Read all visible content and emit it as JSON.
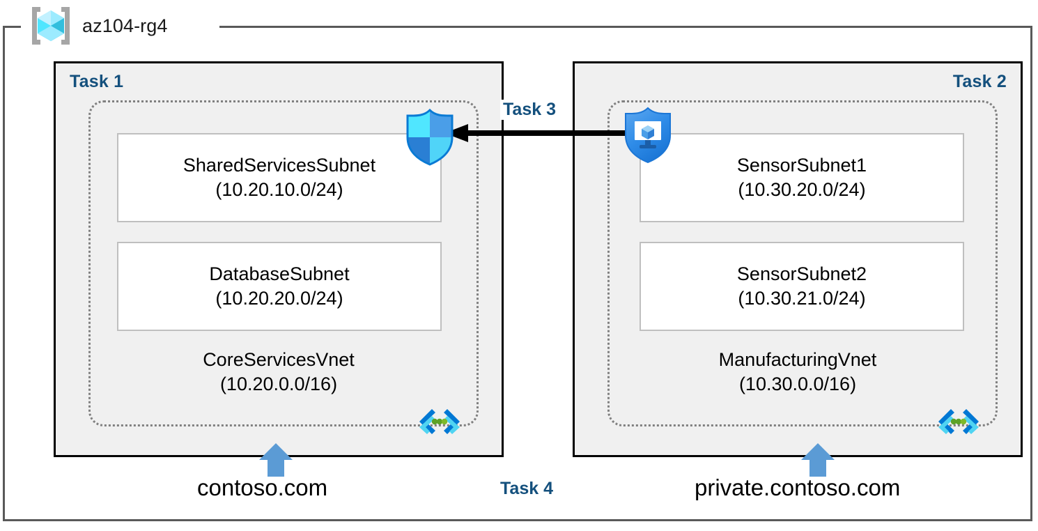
{
  "resource_group": {
    "name": "az104-rg4",
    "icon": "resource-group-cube-icon"
  },
  "tasks": {
    "task1_label": "Task 1",
    "task2_label": "Task 2",
    "task3_label": "Task 3",
    "task4_label": "Task 4"
  },
  "left_vnet": {
    "name": "CoreServicesVnet",
    "cidr": "(10.20.0.0/16)",
    "subnets": [
      {
        "name": "SharedServicesSubnet",
        "cidr": "(10.20.10.0/24)"
      },
      {
        "name": "DatabaseSubnet",
        "cidr": "(10.20.20.0/24)"
      }
    ],
    "dns_zone": "contoso.com",
    "corner_icon": "dns-zone-code-brackets-icon",
    "attached_icon": "network-security-group-shield-icon"
  },
  "right_vnet": {
    "name": "ManufacturingVnet",
    "cidr": "(10.30.0.0/16)",
    "subnets": [
      {
        "name": "SensorSubnet1",
        "cidr": "(10.30.20.0/24)"
      },
      {
        "name": "SensorSubnet2",
        "cidr": "(10.30.21.0/24)"
      }
    ],
    "dns_zone": "private.contoso.com",
    "corner_icon": "dns-zone-code-brackets-icon",
    "attached_icon": "bastion-shield-monitor-icon"
  },
  "connection": {
    "type": "peering-arrow",
    "direction": "right-to-left",
    "label": "Task 3"
  },
  "colors": {
    "accent_blue": "#14507d",
    "box_fill": "#f0f0f0",
    "box_border": "#000000",
    "vnet_border": "#808080",
    "subnet_border": "#bfbfbf",
    "rg_border": "#595959",
    "arrow_blue": "#5b9bd5",
    "icon_cyan": "#32c8f8",
    "icon_blue": "#2a7fd4"
  }
}
